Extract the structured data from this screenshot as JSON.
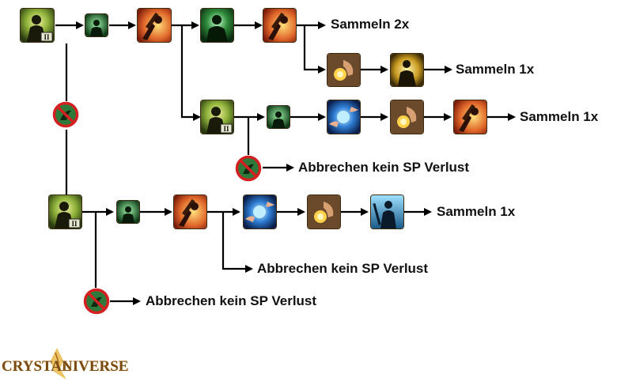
{
  "labels": {
    "collect_2x": "Sammeln 2x",
    "collect_1x_a": "Sammeln 1x",
    "collect_1x_b": "Sammeln 1x",
    "collect_1x_c": "Sammeln 1x",
    "cancel_a": "Abbrechen kein SP Verlust",
    "cancel_b": "Abbrechen kein SP Verlust",
    "cancel_c": "Abbrechen kein SP Verlust"
  },
  "logo": {
    "left": "CRYSTAL",
    "right": "NIVERSE"
  },
  "colors": {
    "line": "#000000",
    "gather_green": "#2e8a3a",
    "strike_orange": "#d9531e",
    "cancel_red": "#d42020",
    "orb_blue": "#2f7fd6",
    "logo_brown": "#7a4a14"
  },
  "icons": [
    "meditation-icon",
    "focus-icon",
    "strike-icon",
    "channel-icon",
    "cancel-icon",
    "grasp-orb-icon",
    "energy-burst-icon",
    "hands-orb-icon",
    "warrior-stance-icon"
  ]
}
